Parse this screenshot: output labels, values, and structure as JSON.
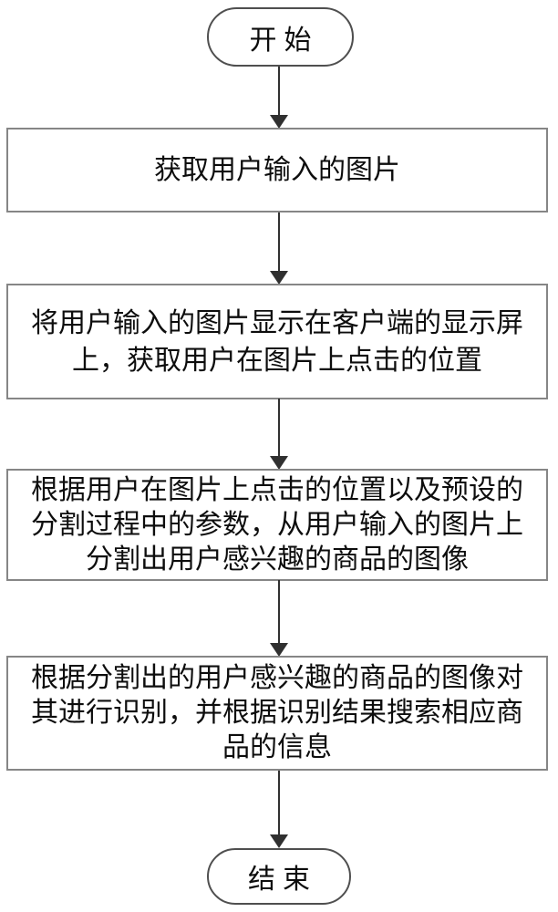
{
  "flowchart": {
    "type": "flowchart",
    "direction": "top-down",
    "colors": {
      "background": "#ffffff",
      "process_border": "#868686",
      "terminator_border": "#4f4f4f",
      "arrow": "#303030",
      "text": "#0d0d0d"
    },
    "nodes": [
      {
        "id": "start",
        "shape": "terminator",
        "label": "开始"
      },
      {
        "id": "step1",
        "shape": "process",
        "lines": [
          "获取用户输入的图片"
        ]
      },
      {
        "id": "step2",
        "shape": "process",
        "lines": [
          "将用户输入的图片显示在客户端的显示屏",
          "上，获取用户在图片上点击的位置"
        ]
      },
      {
        "id": "step3",
        "shape": "process",
        "lines": [
          "根据用户在图片上点击的位置以及预设的",
          "分割过程中的参数，从用户输入的图片上",
          "分割出用户感兴趣的商品的图像"
        ]
      },
      {
        "id": "step4",
        "shape": "process",
        "lines": [
          "根据分割出的用户感兴趣的商品的图像对",
          "其进行识别，并根据识别结果搜索相应商",
          "品的信息"
        ]
      },
      {
        "id": "end",
        "shape": "terminator",
        "label": "结束"
      }
    ],
    "edges": [
      {
        "from": "start",
        "to": "step1"
      },
      {
        "from": "step1",
        "to": "step2"
      },
      {
        "from": "step2",
        "to": "step3"
      },
      {
        "from": "step3",
        "to": "step4"
      },
      {
        "from": "step4",
        "to": "end"
      }
    ]
  }
}
